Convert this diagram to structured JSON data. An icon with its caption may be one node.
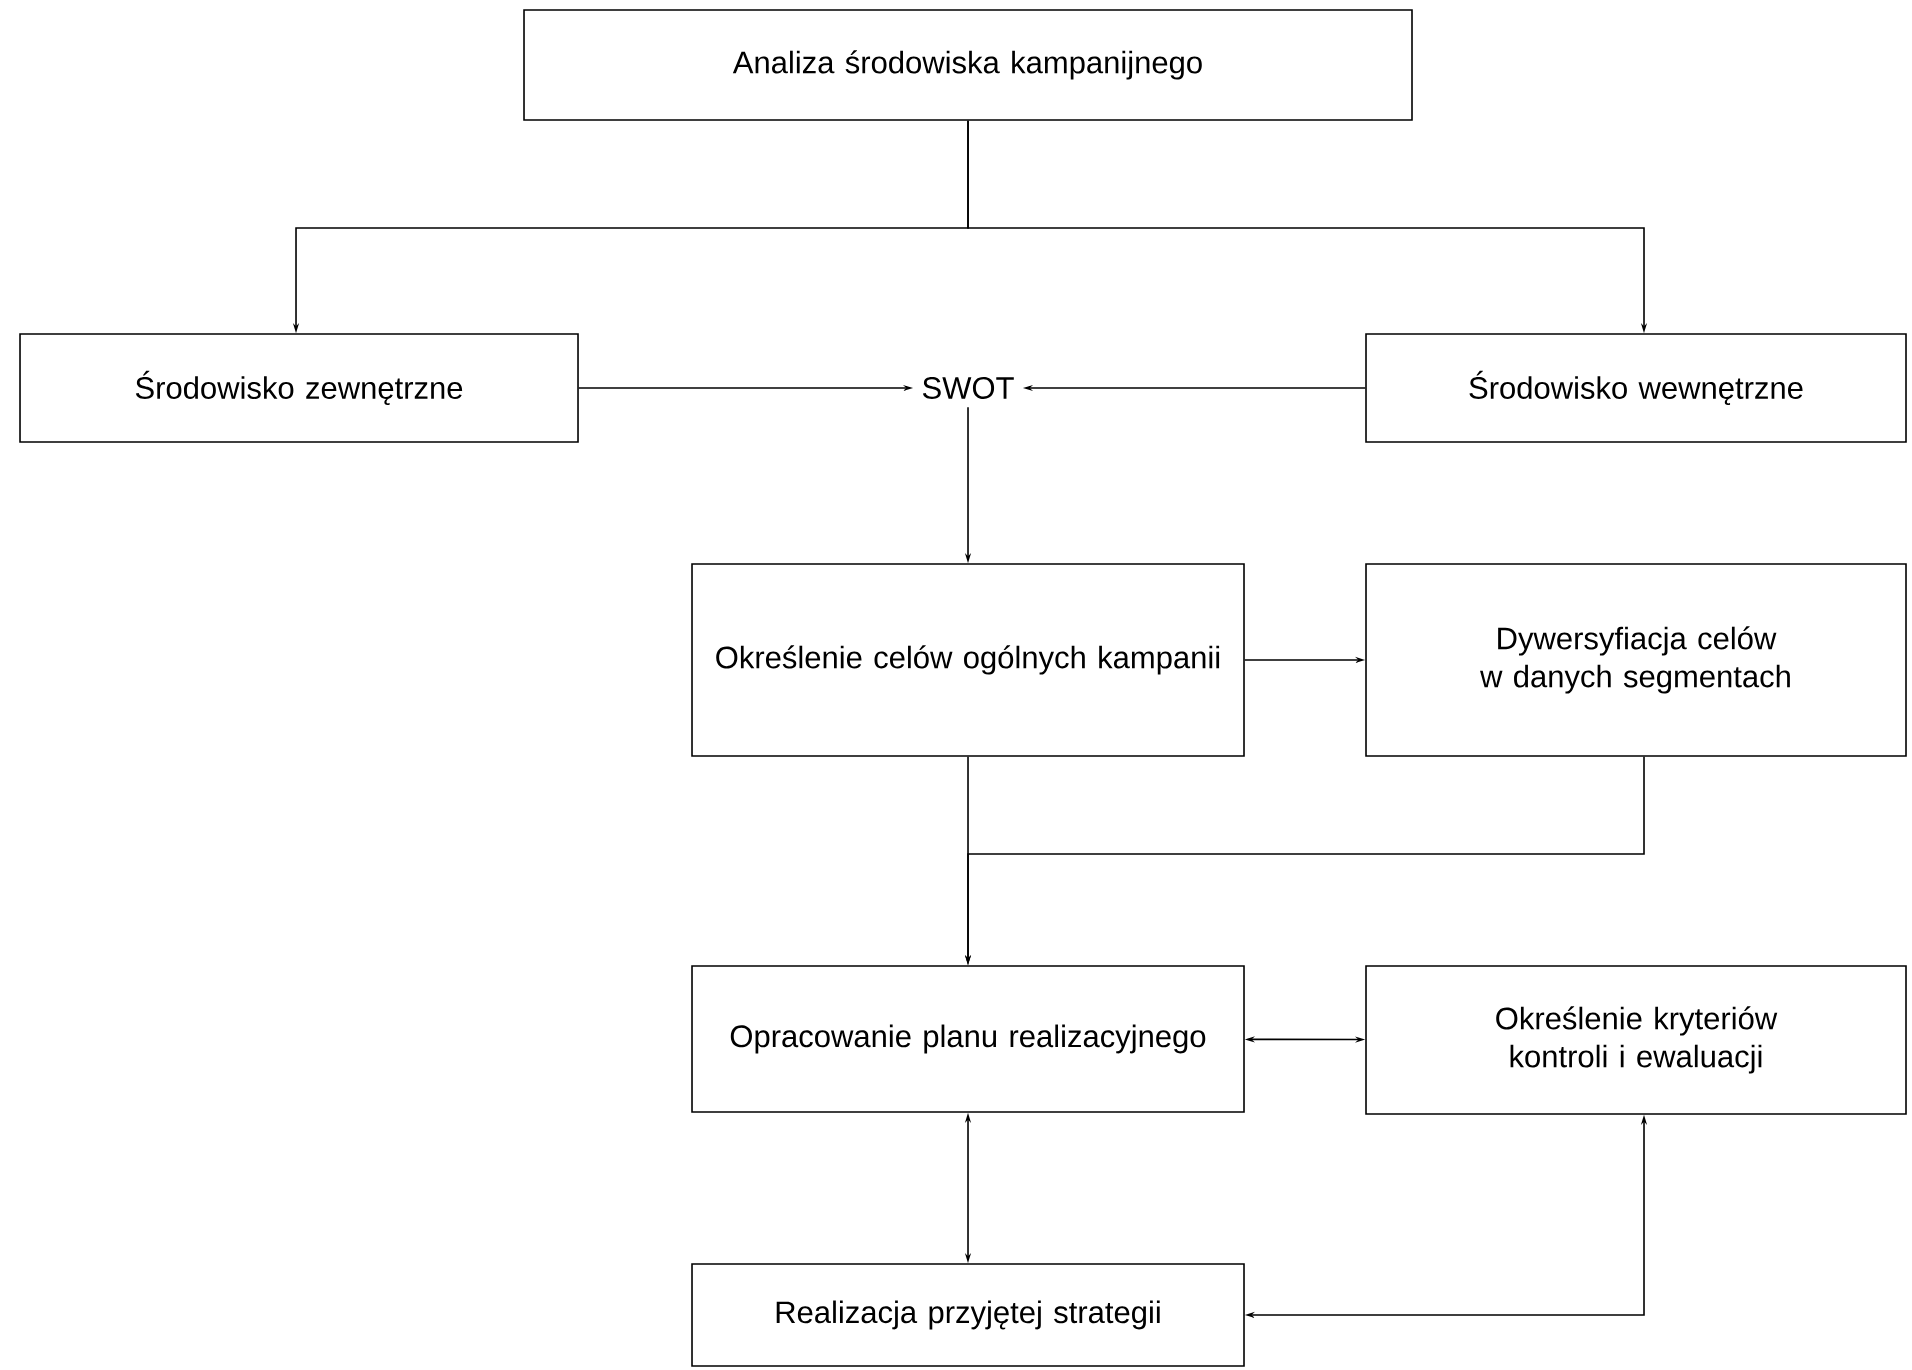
{
  "diagram": {
    "nodes": [
      {
        "text": [
          "Analiza środowiska kampanijnego"
        ]
      },
      {
        "text": [
          "Środowisko zewnętrzne"
        ]
      },
      {
        "text": [
          "SWOT"
        ]
      },
      {
        "text": [
          "Środowisko wewnętrzne"
        ]
      },
      {
        "text": [
          "Określenie celów ogólnych kampanii"
        ]
      },
      {
        "text": [
          "Dywersyfiacja celów w danych segmentach"
        ]
      },
      {
        "text": [
          "Opracowanie planu realizacyjnego"
        ]
      },
      {
        "text": [
          "Określenie kryteriów kontroli i ewaluacji"
        ]
      },
      {
        "text": [
          "Realizacja przyjętej strategii"
        ]
      }
    ],
    "edges": [
      {
        "from": 0,
        "to": 1,
        "arrow": "to"
      },
      {
        "from": 0,
        "to": 3,
        "arrow": "to"
      },
      {
        "from": 1,
        "to": 2,
        "arrow": "to"
      },
      {
        "from": 3,
        "to": 2,
        "arrow": "to"
      },
      {
        "from": 2,
        "to": 4,
        "arrow": "to"
      },
      {
        "from": 4,
        "to": 5,
        "arrow": "to"
      },
      {
        "from": 4,
        "to": 6,
        "arrow": "to"
      },
      {
        "from": 5,
        "to": 6,
        "arrow": "to"
      },
      {
        "from": 6,
        "to": 7,
        "arrow": "both"
      },
      {
        "from": 6,
        "to": 8,
        "arrow": "both"
      },
      {
        "from": 7,
        "to": 8,
        "arrow": "both"
      }
    ]
  }
}
